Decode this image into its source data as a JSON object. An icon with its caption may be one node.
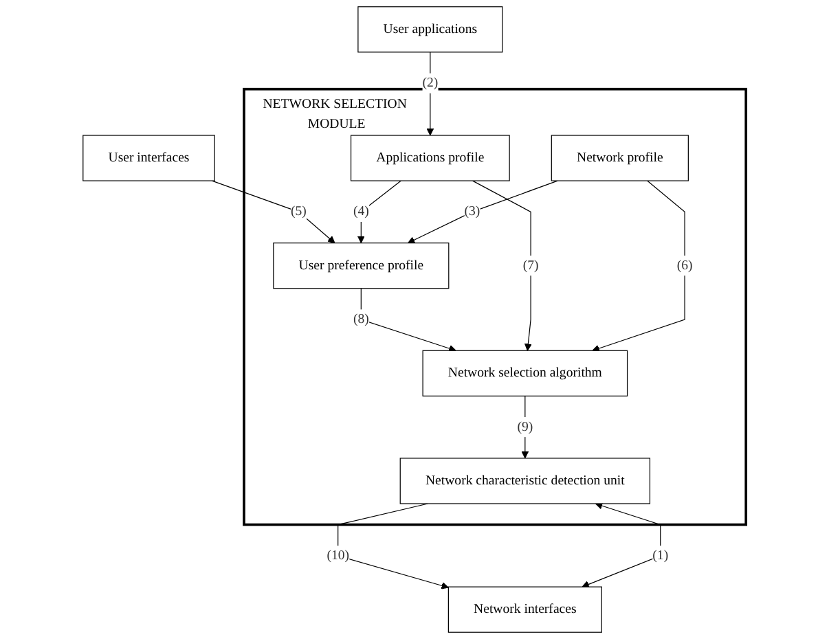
{
  "diagram": {
    "nodes": [
      {
        "text": [
          "User applications"
        ]
      },
      {
        "text": [
          "User interfaces"
        ]
      },
      {
        "text": [
          "NETWORK SELECTION MODULE"
        ]
      },
      {
        "text": [
          "Applications profile"
        ],
        "in": 2
      },
      {
        "text": [
          "User preference profile"
        ],
        "in": 2
      },
      {
        "text": [
          "Network selection algorithm"
        ],
        "in": 2
      },
      {
        "text": [
          "Network profile"
        ],
        "in": 2
      },
      {
        "text": [
          "Network characteristic detection unit"
        ],
        "in": 2
      },
      {
        "text": [
          "Network interfaces"
        ]
      }
    ],
    "edges": [
      {
        "from": 0,
        "to": 3,
        "arrow": "to",
        "label": "(2)"
      },
      {
        "from": 1,
        "to": 4,
        "arrow": "to",
        "label": "(5)"
      },
      {
        "from": 3,
        "to": 4,
        "arrow": "to",
        "label": "(4)"
      },
      {
        "from": 4,
        "to": 5,
        "arrow": "to",
        "label": "(8)"
      },
      {
        "from": 3,
        "to": 5,
        "arrow": "to",
        "label": "(7)"
      },
      {
        "from": 6,
        "to": 4,
        "arrow": "to",
        "label": "(3)"
      },
      {
        "from": 6,
        "to": 5,
        "arrow": "to",
        "label": "(6)"
      },
      {
        "from": 5,
        "to": 7,
        "arrow": "to",
        "label": "(9)"
      },
      {
        "from": 7,
        "to": 8,
        "arrow": "to",
        "label": "(10)"
      },
      {
        "from": 7,
        "to": 8,
        "arrow": "both",
        "label": "(1)"
      }
    ]
  }
}
